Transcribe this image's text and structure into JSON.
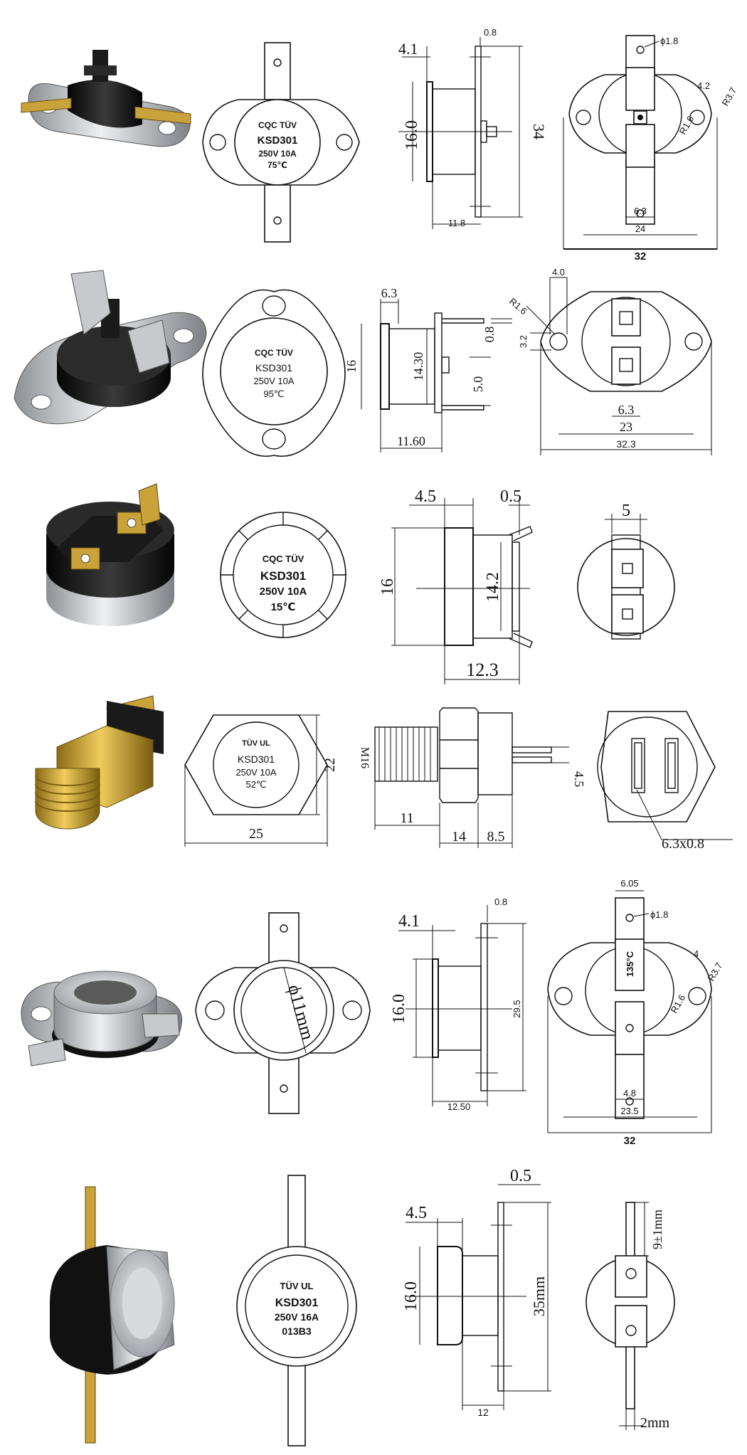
{
  "rows": [
    {
      "label": {
        "logos": "CQC TÜV",
        "model": "KSD301",
        "rating": "250V 10A",
        "temp": "75℃"
      },
      "side": {
        "width": "4.1",
        "tab": "0.8",
        "height": "16.0",
        "length": "34",
        "depth": "11.8"
      },
      "bottom": {
        "hole": "ϕ1.8",
        "r_inner": "R1.6",
        "hole2": "4.2",
        "r_outer": "R3.7",
        "terminal": "6.3",
        "span": "24",
        "overall": "32"
      }
    },
    {
      "label": {
        "logos": "CQC TÜV",
        "model": "KSD301",
        "rating": "250V 10A",
        "temp": "95℃"
      },
      "side": {
        "width": "6.3",
        "height": "16",
        "inner": "14.30",
        "tab": "0.8",
        "stem": "5.0",
        "depth": "11.60"
      },
      "bottom": {
        "radius": "R1.6",
        "hole": "4.0",
        "offset": "3.2",
        "terminal": "6.3",
        "span": "23",
        "overall": "32.3"
      }
    },
    {
      "label": {
        "logos": "CQC TÜV",
        "model": "KSD301",
        "rating": "250V 10A",
        "temp": "15℃"
      },
      "side": {
        "width": "4.5",
        "tab": "0.5",
        "height": "16",
        "inner": "14.2",
        "depth": "12.3"
      },
      "bottom": {
        "terminal": "5"
      }
    },
    {
      "label": {
        "logos": "TÜV UL",
        "model": "KSD301",
        "rating": "250V 10A",
        "temp": "52℃",
        "height": "22",
        "width": "25"
      },
      "side": {
        "thread": "M16",
        "thread_len": "11",
        "hex": "14",
        "body": "8.5",
        "pin_gap": "4.5"
      },
      "bottom": {
        "terminal": "6.3x0.8"
      }
    },
    {
      "label": {
        "diameter": "ϕ11mm"
      },
      "side": {
        "width": "4.1",
        "tab": "0.8",
        "height": "16.0",
        "length": "29.5",
        "depth": "12.50"
      },
      "bottom": {
        "top_width": "6.05",
        "hole": "ϕ1.8",
        "temp": "135°C",
        "hole2": "4",
        "r_outer": "R3.7",
        "r_inner": "R1.6",
        "terminal": "4.8",
        "span": "23.5",
        "overall": "32"
      }
    },
    {
      "label": {
        "logos": "TÜV UL",
        "model": "KSD301",
        "rating": "250V 16A",
        "code": "013B3"
      },
      "side": {
        "width": "4.5",
        "tab": "0.5",
        "height": "16.0",
        "length": "35mm",
        "depth": "12"
      },
      "bottom": {
        "terminal_len": "9±1mm",
        "terminal_w": "2mm"
      }
    }
  ],
  "colors": {
    "ink": "#111111",
    "background": "#ffffff",
    "bakelite": "#1c1c1c",
    "steel": "#c7c9cc",
    "brass": "#c9a33a"
  }
}
